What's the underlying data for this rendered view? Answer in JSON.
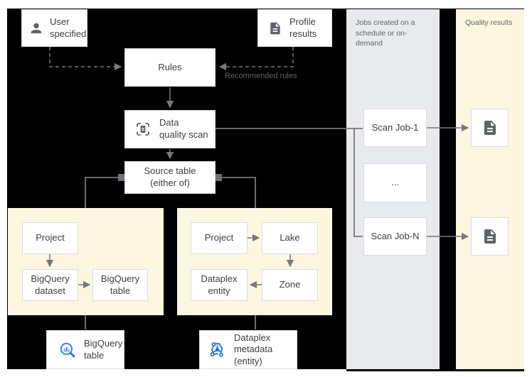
{
  "panels": {
    "jobs": {
      "title": "Jobs created on a\nschedule or on-demand"
    },
    "quality": {
      "title": "Quality results"
    }
  },
  "nodes": {
    "user_specified": {
      "label": "User\nspecified",
      "icon": "person-icon"
    },
    "profile_results": {
      "label": "Profile\nresults",
      "icon": "document-icon"
    },
    "rules": {
      "label": "Rules"
    },
    "data_quality_scan": {
      "label": "Data\nquality scan",
      "icon": "scan-frame-icon"
    },
    "source_table": {
      "label": "Source table\n(either of)"
    },
    "bq_project": {
      "label": "Project"
    },
    "bigquery_dataset": {
      "label": "BigQuery\ndataset"
    },
    "bigquery_table": {
      "label": "BigQuery\ntable"
    },
    "dp_project": {
      "label": "Project"
    },
    "lake": {
      "label": "Lake"
    },
    "zone": {
      "label": "Zone"
    },
    "dataplex_entity": {
      "label": "Dataplex\nentity"
    },
    "scan_job_1": {
      "label": "Scan Job-1"
    },
    "scan_job_more": {
      "label": "..."
    },
    "scan_job_n": {
      "label": "Scan Job-N"
    },
    "result_doc_1": {
      "icon": "document-icon"
    },
    "result_doc_2": {
      "icon": "document-icon"
    },
    "bigquery_table_source": {
      "label": "BigQuery\ntable",
      "icon": "bigquery-icon"
    },
    "dataplex_metadata": {
      "label": "Dataplex\nmetadata (entity)",
      "icon": "dataplex-icon"
    }
  },
  "annotations": {
    "recommended_rules": "Recommended rules"
  },
  "colors": {
    "diagram_background": "#000000",
    "jobs_panel": "#e8eaed",
    "yellow_panel": "#fdf7e2",
    "node_fill": "#ffffff",
    "node_border": "#dadce0",
    "connector": "#75797d",
    "label_text": "#3c4043",
    "panel_title_text": "#5f6368",
    "icon_gray": "#5f6368",
    "icon_blue": "#4285f4",
    "icon_blue_dark": "#1a73e8"
  }
}
